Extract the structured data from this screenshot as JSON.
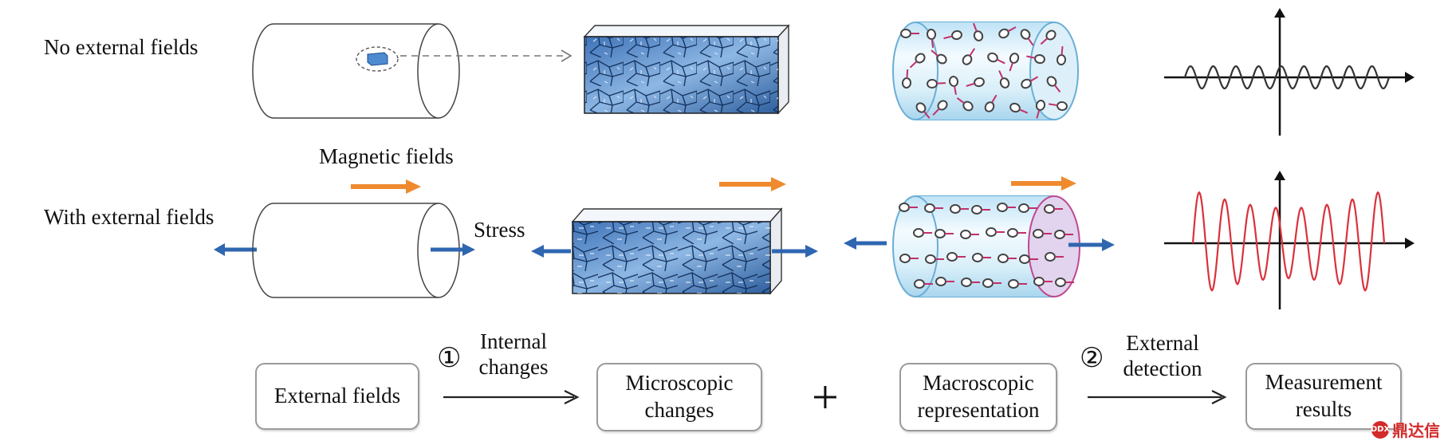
{
  "rows": {
    "no_fields": "No external fields",
    "with_fields": "With external fields"
  },
  "labels": {
    "magnetic": "Magnetic fields",
    "stress": "Stress"
  },
  "flow": {
    "box1": "External fields",
    "step1_num": "①",
    "step1_line1": "Internal",
    "step1_line2": "changes",
    "box2_line1": "Microscopic",
    "box2_line2": "changes",
    "plus": "+",
    "box3_line1": "Macroscopic",
    "box3_line2": "representation",
    "step2_num": "②",
    "step2_line1": "External",
    "step2_line2": "detection",
    "box4_line1": "Measurement",
    "box4_line2": "results"
  },
  "watermark": {
    "badge": "DDX",
    "text": "鼎达信"
  },
  "colors": {
    "orange": "#ef8a2e",
    "blue": "#2f66b0",
    "red_signal": "#d9323c",
    "dark_signal": "#333333",
    "domain_fill": "#4f86c6",
    "tube_fill": "#d5ecf8"
  }
}
